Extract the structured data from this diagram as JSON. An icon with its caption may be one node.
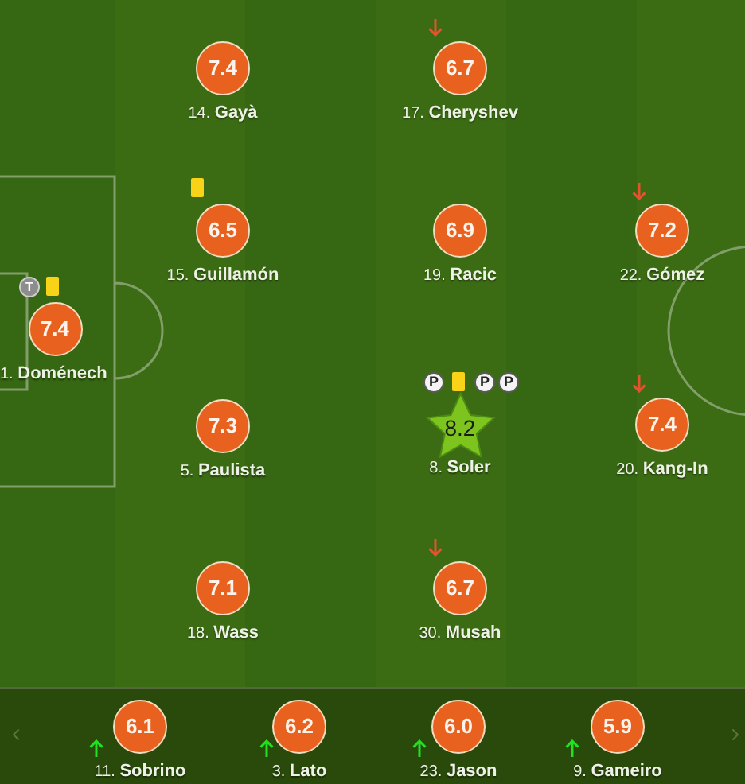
{
  "diagram": {
    "nodes": [
      {
        "text": [
          "7.4"
        ],
        "beside": [
          "14. **Gayà**"
        ]
      },
      {
        "text": [
          "6.7"
        ],
        "beside": [
          "17. **Cheryshev**"
        ]
      },
      {
        "text": [
          "6.5"
        ],
        "beside": [
          "15. **Guillamón**"
        ]
      },
      {
        "text": [
          "6.9"
        ],
        "beside": [
          "19. **Racic**"
        ]
      },
      {
        "text": [
          "7.2"
        ],
        "beside": [
          "22. **Gómez**"
        ]
      },
      {
        "text": [
          "7.4"
        ],
        "beside": [
          "T",
          "1. **Doménech**"
        ]
      },
      {
        "text": [
          "7.3"
        ],
        "beside": [
          "5. **Paulista**"
        ]
      },
      {
        "text": [
          "8.2"
        ],
        "beside": [
          "P",
          "P",
          "P",
          "8. **Soler**"
        ]
      },
      {
        "text": [
          "7.4"
        ],
        "beside": [
          "20. **Kang-In**"
        ]
      },
      {
        "text": [
          "7.1"
        ],
        "beside": [
          "18. **Wass**"
        ]
      },
      {
        "text": [
          "6.7"
        ],
        "beside": [
          "30. **Musah**"
        ]
      },
      {
        "text": [
          "6.1"
        ],
        "beside": [
          "11. **Sobrino**"
        ]
      },
      {
        "text": [
          "6.2"
        ],
        "beside": [
          "3. **Lato**"
        ]
      },
      {
        "text": [
          "6.0"
        ],
        "beside": [
          "23. **Jason**"
        ]
      },
      {
        "text": [
          "5.9"
        ],
        "beside": [
          "9. **Gameiro**"
        ]
      }
    ]
  }
}
